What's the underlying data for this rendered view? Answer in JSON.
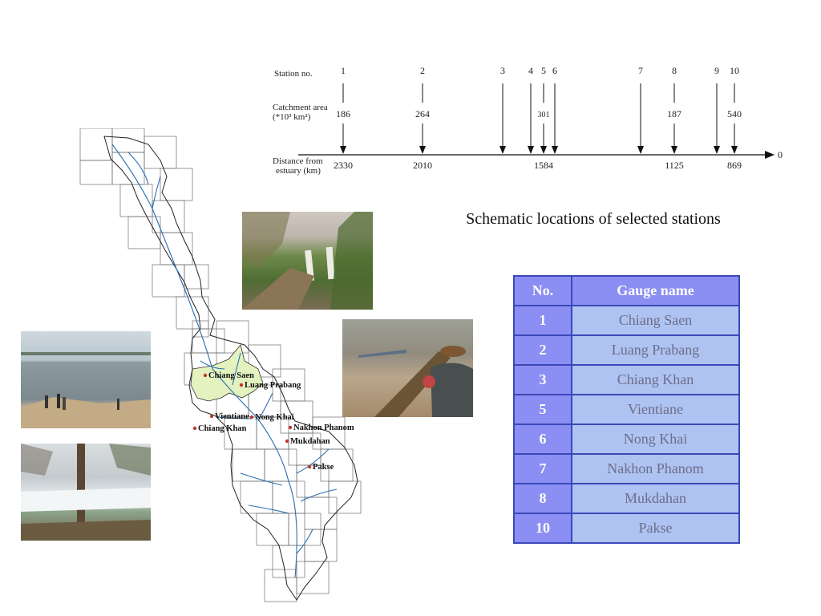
{
  "schematic": {
    "labels": {
      "station_no": "Station no.",
      "catchment_line1": "Catchment area",
      "catchment_line2": "(*10³ km²)",
      "distance_line1": "Distance from",
      "distance_line2": "estuary (km)"
    },
    "end_label": "0",
    "stations": [
      {
        "no": "1",
        "area": "186"
      },
      {
        "no": "2",
        "area": "264"
      },
      {
        "no": "3",
        "area": ""
      },
      {
        "no": "4",
        "area": ""
      },
      {
        "no": "5",
        "area": "301"
      },
      {
        "no": "6",
        "area": ""
      },
      {
        "no": "7",
        "area": ""
      },
      {
        "no": "8",
        "area": "187"
      },
      {
        "no": "9",
        "area": ""
      },
      {
        "no": "10",
        "area": "540"
      }
    ],
    "distances": [
      "2330",
      "2010",
      "1584",
      "1125",
      "869"
    ]
  },
  "caption": "Schematic locations of selected stations",
  "map_labels": [
    "Chiang Saen",
    "Luang Prabang",
    "Vientiane",
    "Nong Khai",
    "Chiang Khan",
    "Nakhon Phanom",
    "Mukdahan",
    "Pakse"
  ],
  "table": {
    "headers": [
      "No.",
      "Gauge name"
    ],
    "rows": [
      {
        "no": "1",
        "name": "Chiang Saen"
      },
      {
        "no": "2",
        "name": "Luang Prabang"
      },
      {
        "no": "3",
        "name": "Chiang Khan"
      },
      {
        "no": "5",
        "name": "Vientiane"
      },
      {
        "no": "6",
        "name": "Nong Khai"
      },
      {
        "no": "7",
        "name": "Nakhon Phanom"
      },
      {
        "no": "8",
        "name": "Mukdahan"
      },
      {
        "no": "10",
        "name": "Pakse"
      }
    ]
  },
  "colors": {
    "table_header_bg": "#8b8ef2",
    "table_cell_bg": "#aec3f1",
    "table_border": "#3a49b8",
    "river": "#2a6fb0",
    "upper_basin_fill": "#e3f2bf"
  }
}
